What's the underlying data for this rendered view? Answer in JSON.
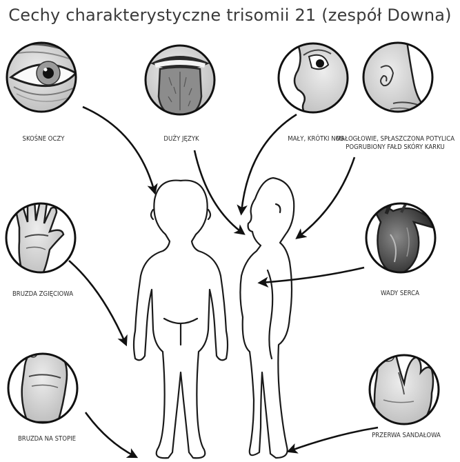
{
  "title": "Cechy charakterystyczne trisomii 21 (zespół Downa)",
  "features": [
    {
      "id": "eyes",
      "label": "SKOŚNE OCZY",
      "icon": "slanted-eye-icon"
    },
    {
      "id": "tongue",
      "label": "DUŻY JĘZYK",
      "icon": "tongue-icon"
    },
    {
      "id": "nose",
      "label": "MAŁY, KRÓTKI NOS",
      "icon": "nose-icon"
    },
    {
      "id": "head",
      "label_line1": "MAŁOGŁOWIE, SPŁASZCZONA POTYLICA",
      "label_line2": "POGRUBIONY FAŁD SKÓRY KARKU",
      "icon": "neck-fold-icon"
    },
    {
      "id": "palm",
      "label": "BRUZDA ZGIĘCIOWA",
      "icon": "hand-icon"
    },
    {
      "id": "heart",
      "label": "WADY SERCA",
      "icon": "heart-icon"
    },
    {
      "id": "sole",
      "label": "BRUZDA NA STOPIE",
      "icon": "foot-sole-icon"
    },
    {
      "id": "sandal",
      "label": "PRZERWA SANDAŁOWA",
      "icon": "foot-toes-icon"
    }
  ],
  "figures": [
    "child-front-figure",
    "child-side-figure"
  ]
}
